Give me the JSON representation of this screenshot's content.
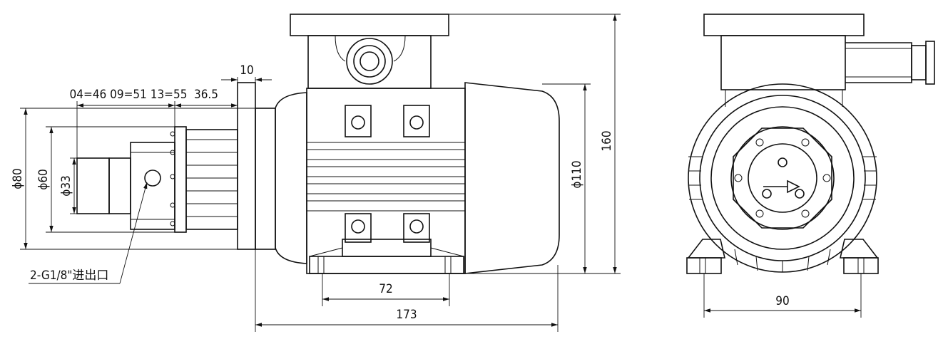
{
  "dimensions": {
    "length_173": "173",
    "base_72": "72",
    "height_160": "160",
    "dia_110": "ϕ110",
    "flange_10": "10",
    "offset_36_5": "36.5",
    "model_lengths": "04=46 09=51 13=55",
    "dia_80": "ϕ80",
    "dia_60": "ϕ60",
    "dia_33": "ϕ33",
    "width_90": "90"
  },
  "callouts": {
    "port": "2-G1/8\"进出口"
  }
}
